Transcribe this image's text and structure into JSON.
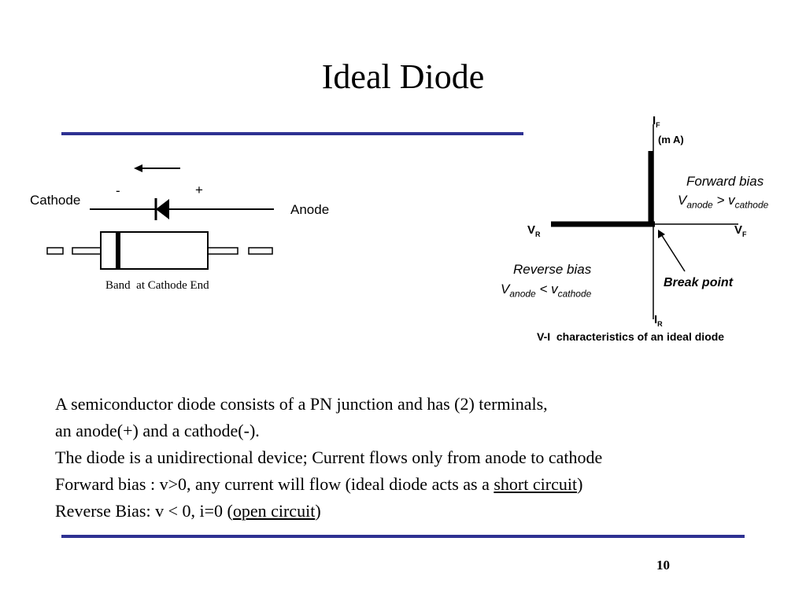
{
  "slide": {
    "title": "Ideal Diode",
    "page_number": "10"
  },
  "colors": {
    "rule": "#2e3192"
  },
  "diode_symbol": {
    "cathode_label": "Cathode",
    "anode_label": "Anode",
    "minus_sign": "-",
    "plus_sign": "+",
    "package_caption": "Band  at Cathode End"
  },
  "vi_graph": {
    "y_positive_label": "I",
    "y_positive_sub": "F",
    "y_unit": "(m A)",
    "x_negative_label": "V",
    "x_negative_sub": "R",
    "x_positive_label": "V",
    "x_positive_sub": "F",
    "y_negative_label": "I",
    "y_negative_sub": "R",
    "caption": "V-I  characteristics of an ideal diode",
    "forward_bias": {
      "title": "Forward bias",
      "v": "V",
      "sub1": "anode",
      "op": " > ",
      "v2": "v",
      "sub2": "cathode"
    },
    "reverse_bias": {
      "title": "Reverse bias",
      "v": "V",
      "sub1": "anode",
      "op": " < ",
      "v2": "v",
      "sub2": "cathode"
    },
    "break_point": "Break point"
  },
  "body": {
    "line1": "A semiconductor diode consists of a PN junction and has (2) terminals,",
    "line2": "an anode(+) and a cathode(-).",
    "line3": "The diode is a unidirectional device;  Current flows only from anode to cathode",
    "line4_pre": "Forward bias : v>0, any current will flow (ideal diode acts as a ",
    "line4_link": "short circuit",
    "line4_post": ")",
    "line5_pre": "Reverse Bias: v < 0, i=0 (",
    "line5_link": "open circuit",
    "line5_post": ")"
  }
}
